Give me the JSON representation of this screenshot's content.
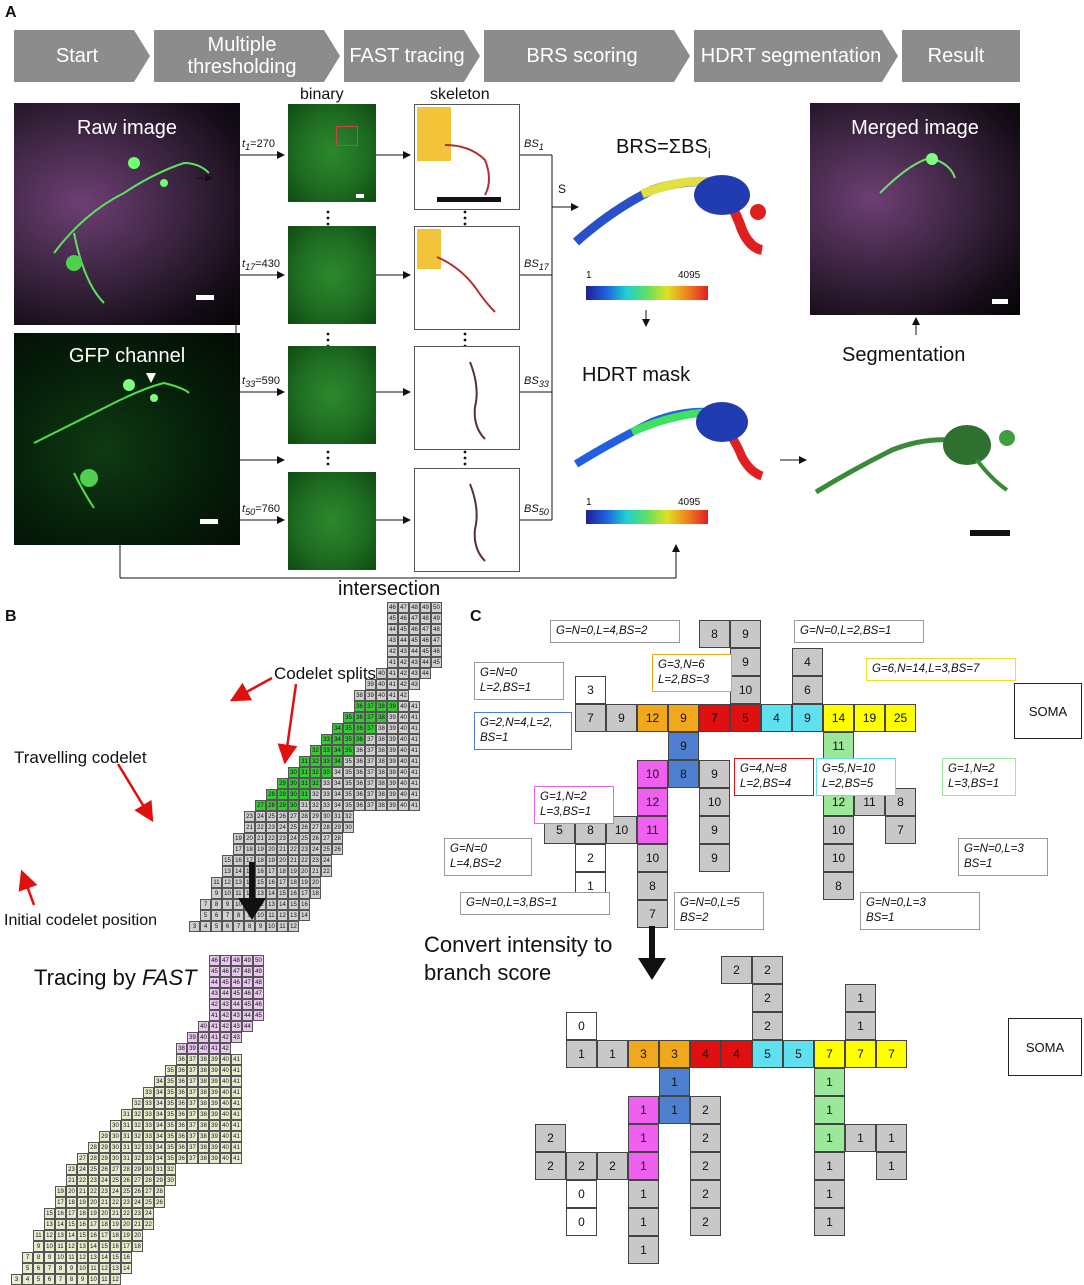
{
  "panels": {
    "a": "A",
    "b": "B",
    "c": "C"
  },
  "pipeline": [
    "Start",
    "Multiple thresholding",
    "FAST tracing",
    "BRS scoring",
    "HDRT segmentation",
    "Result"
  ],
  "panel_a": {
    "raw_image": "Raw image",
    "gfp_channel": "GFP channel",
    "binary": "binary",
    "skeleton": "skeleton",
    "thresholds": [
      {
        "t": "t",
        "sub": "1",
        "val": "=270"
      },
      {
        "t": "t",
        "sub": "17",
        "val": "=430"
      },
      {
        "t": "t",
        "sub": "33",
        "val": "=590"
      },
      {
        "t": "t",
        "sub": "50",
        "val": "=760"
      }
    ],
    "bs": [
      {
        "b": "BS",
        "sub": "1"
      },
      {
        "b": "BS",
        "sub": "17"
      },
      {
        "b": "BS",
        "sub": "33"
      },
      {
        "b": "BS",
        "sub": "50"
      }
    ],
    "s_label": "S",
    "brs_formula": "BRS=ΣBS",
    "brs_sub": "i",
    "colorbar_min": "1",
    "colorbar_max": "4095",
    "hdrt_mask": "HDRT mask",
    "merged_image": "Merged image",
    "segmentation": "Segmentation",
    "intersection": "intersection"
  },
  "panel_b": {
    "codelet_splits": "Codelet splits",
    "travelling_codelet": "Travelling codelet",
    "initial_position": "Initial codelet position",
    "tracing_by": "Tracing by ",
    "fast": "FAST"
  },
  "panel_c": {
    "soma": "SOMA",
    "convert_text_1": "Convert intensity to",
    "convert_text_2": "branch score",
    "annotations": [
      {
        "id": "ann1",
        "lines": [
          "G=N=0,L=4,BS=2"
        ]
      },
      {
        "id": "ann2",
        "lines": [
          "G=N=0,L=2,BS=1"
        ]
      },
      {
        "id": "ann3",
        "lines": [
          "G=N=0",
          "L=2,BS=1"
        ]
      },
      {
        "id": "ann4",
        "lines": [
          "G=3,N=6",
          "L=2,BS=3"
        ]
      },
      {
        "id": "ann5",
        "lines": [
          "G=6,N=14,L=3,BS=7"
        ]
      },
      {
        "id": "ann6",
        "lines": [
          "G=2,N=4,L=2,",
          "BS=1"
        ]
      },
      {
        "id": "ann7",
        "lines": [
          "G=4,N=8",
          "L=2,BS=4"
        ]
      },
      {
        "id": "ann8",
        "lines": [
          "G=5,N=10",
          "L=2,BS=5"
        ]
      },
      {
        "id": "ann9",
        "lines": [
          "G=1,N=2",
          "L=3,BS=1"
        ]
      },
      {
        "id": "ann10",
        "lines": [
          "G=1,N=2",
          "L=3,BS=1"
        ]
      },
      {
        "id": "ann11",
        "lines": [
          "G=N=0",
          "L=4,BS=2"
        ]
      },
      {
        "id": "ann12",
        "lines": [
          "G=N=0,L=3",
          "BS=1"
        ]
      },
      {
        "id": "ann13",
        "lines": [
          "G=N=0,L=3,BS=1"
        ]
      },
      {
        "id": "ann14",
        "lines": [
          "G=N=0,L=5",
          "BS=2"
        ]
      },
      {
        "id": "ann15",
        "lines": [
          "G=N=0,L=3",
          "BS=1"
        ]
      }
    ],
    "colors": {
      "gray": "#c8c8c8",
      "orange": "#f2a81d",
      "red": "#e01010",
      "cyan": "#5ee0ee",
      "yellow": "#ffff00",
      "blue": "#4f7fd0",
      "magenta": "#f060f0",
      "lightgreen": "#9be89b"
    }
  }
}
